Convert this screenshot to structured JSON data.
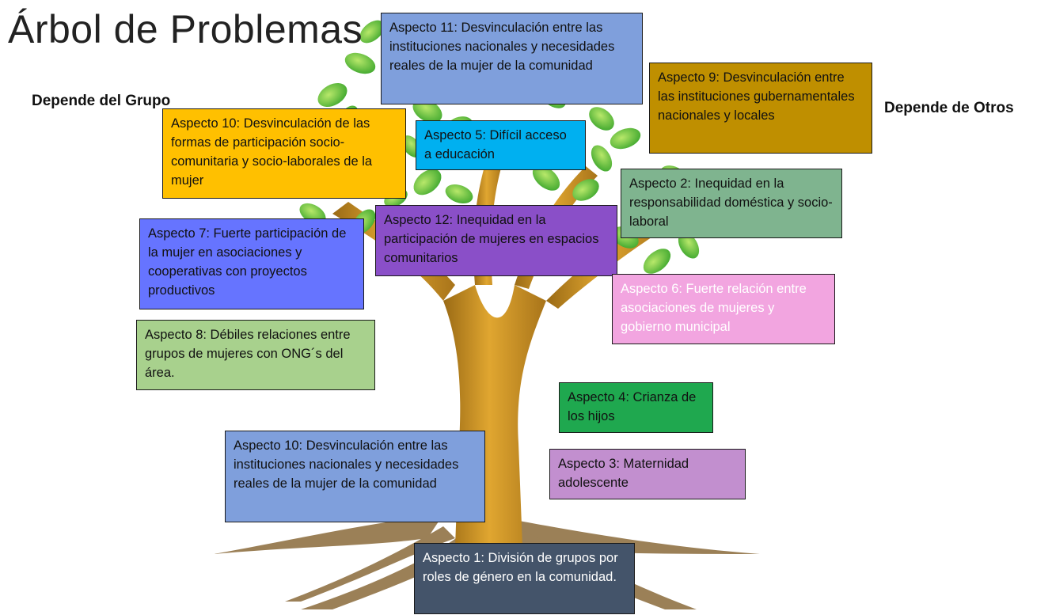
{
  "title": "Árbol de Problemas",
  "left_label": "Depende del Grupo",
  "right_label": "Depende de Otros",
  "aspects": {
    "a11": {
      "text": "Aspecto 11: Desvinculación entre las instituciones nacionales y necesidades reales de la mujer de la comunidad",
      "color": "#7f9fdc"
    },
    "a9": {
      "text": "Aspecto 9: Desvinculación entre las instituciones gubernamentales nacionales y locales",
      "color": "#bf8f00"
    },
    "a10_top": {
      "text": "Aspecto 10: Desvinculación de las formas de participación socio-comunitaria y socio-laborales de la mujer",
      "color": "#ffc000"
    },
    "a5": {
      "text": "Aspecto 5:  Difícil acceso a educación",
      "color": "#00b0f0"
    },
    "a2": {
      "text": "Aspecto 2: Inequidad en la responsabilidad doméstica y socio-laboral",
      "color": "#7fb48f"
    },
    "a12": {
      "text": "Aspecto 12: Inequidad en la participación de mujeres en espacios comunitarios",
      "color": "#8a4fc8"
    },
    "a7": {
      "text": "Aspecto 7: Fuerte participación de la mujer en asociaciones y cooperativas con proyectos productivos",
      "color": "#6674ff"
    },
    "a6": {
      "text": "Aspecto 6: Fuerte relación entre asociaciones de mujeres y gobierno municipal",
      "color": "#f2a5e0"
    },
    "a8": {
      "text": "Aspecto  8: Débiles relaciones entre grupos de mujeres con ONG´s del área.",
      "color": "#a8d18d"
    },
    "a4": {
      "text": "Aspecto 4: Crianza de los hijos",
      "color": "#1fa84f"
    },
    "a10_bottom": {
      "text": "Aspecto 10: Desvinculación entre las instituciones nacionales y necesidades reales de la mujer de la comunidad",
      "color": "#7f9fdc"
    },
    "a3": {
      "text": "Aspecto 3:  Maternidad adolescente",
      "color": "#c28fcf"
    },
    "a1": {
      "text": "Aspecto 1: División de grupos por roles de género en la comunidad.",
      "color": "#44546a"
    }
  }
}
